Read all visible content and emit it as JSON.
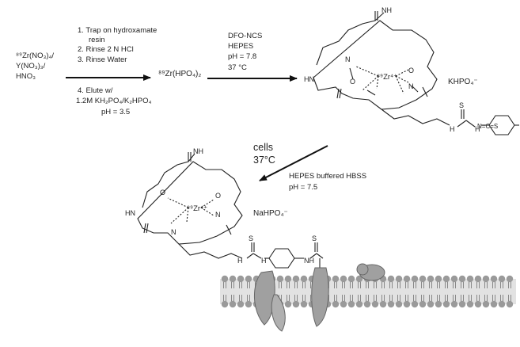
{
  "start": {
    "line1": "⁸⁹Zr(NO₃)₄/",
    "line2": "Y(NO₃)₃/",
    "line3": "HNO₃"
  },
  "step1": {
    "trap": "1. Trap on hydroxamate",
    "resin": "resin",
    "rinse_hcl": "2. Rinse 2 N HCl",
    "rinse_water": "3. Rinse Water",
    "elute": "4. Elute w/",
    "buffer": "1.2M KH₂PO₄/K₂HPO₄",
    "ph": "pH = 3.5"
  },
  "intermediate": "⁸⁹Zr(HPO₄)₂",
  "step2": {
    "reagent": "DFO-NCS",
    "buffer": "HEPES",
    "ph": "pH = 7.8",
    "temp": "37 °C"
  },
  "complex1": {
    "metal": "⁸⁹Zr⁴⁺",
    "byproduct": "KHPO₄⁻",
    "atoms": {
      "nh_top": "NH",
      "hn_left": "HN",
      "o": "O",
      "n": "N",
      "s": "S",
      "h": "H",
      "ncs": "N=C=S"
    }
  },
  "step3": {
    "cells": "cells",
    "temp": "37°C",
    "buffer": "HEPES buffered HBSS",
    "ph": "pH = 7.5"
  },
  "complex2": {
    "metal": "⁸⁹Zr⁴⁺",
    "byproduct": "NaHPO₄⁻",
    "atoms": {
      "nh_top": "NH",
      "hn_left": "HN",
      "o": "O",
      "n": "N",
      "s": "S",
      "nh": "NH",
      "h": "H"
    }
  },
  "colors": {
    "ink": "#222222",
    "membrane_head": "#9a9a9a",
    "membrane_body": "#c8c8c8",
    "protein": "#a0a0a0"
  }
}
